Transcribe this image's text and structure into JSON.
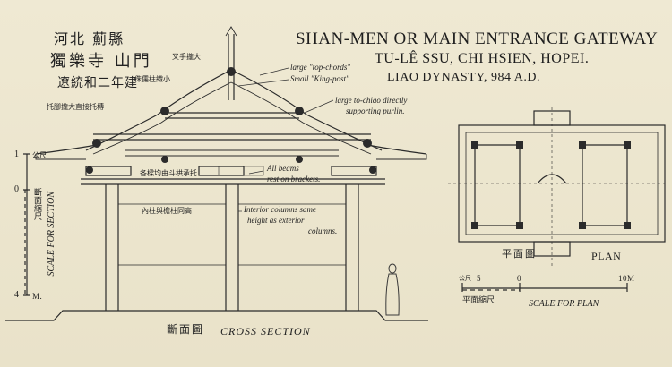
{
  "title": {
    "line1": "SHAN-MEN OR MAIN ENTRANCE GATEWAY",
    "line2": "TU-LÊ SSU, CHI HSIEN, HOPEI.",
    "line3": "LIAO DYNASTY, 984 A.D."
  },
  "chinese_title": {
    "line1": "河北 薊縣",
    "line2": "獨樂寺 山門",
    "line3": "遼統和二年建"
  },
  "annotations": {
    "top_chords": "large \"top-chords\"",
    "king_post": "Small \"King-post\"",
    "to_chiao": "large to-chiao directly",
    "to_chiao2": "supporting purlin.",
    "beams": "All beams",
    "beams2": "rest on brackets.",
    "interior1": "Interior columns same",
    "interior2": "height as exterior",
    "interior3": "columns."
  },
  "chinese_annotations": {
    "a1": "叉手攏大",
    "a2": "侏儒柱織小",
    "a3": "托腳攏大直接托槫",
    "a4": "各樑均由斗栱承托",
    "a5": "內柱與檐柱同高"
  },
  "left_scale": {
    "tick_1": "1",
    "tick_0": "0",
    "unit_top": "公尺",
    "tick_4": "4",
    "unit_bottom": "M.",
    "cn_label": "斷面縮尺",
    "label": "SCALE FOR SECTION"
  },
  "section": {
    "cn_label": "斷面圖",
    "label": "CROSS SECTION"
  },
  "plan": {
    "cn_label": "平面圖",
    "label": "PLAN",
    "scale_5": "5",
    "scale_0": "0",
    "scale_10": "10M",
    "scale_unit": "公尺",
    "scale_cn": "平面縮尺",
    "scale_label": "SCALE FOR PLAN"
  }
}
